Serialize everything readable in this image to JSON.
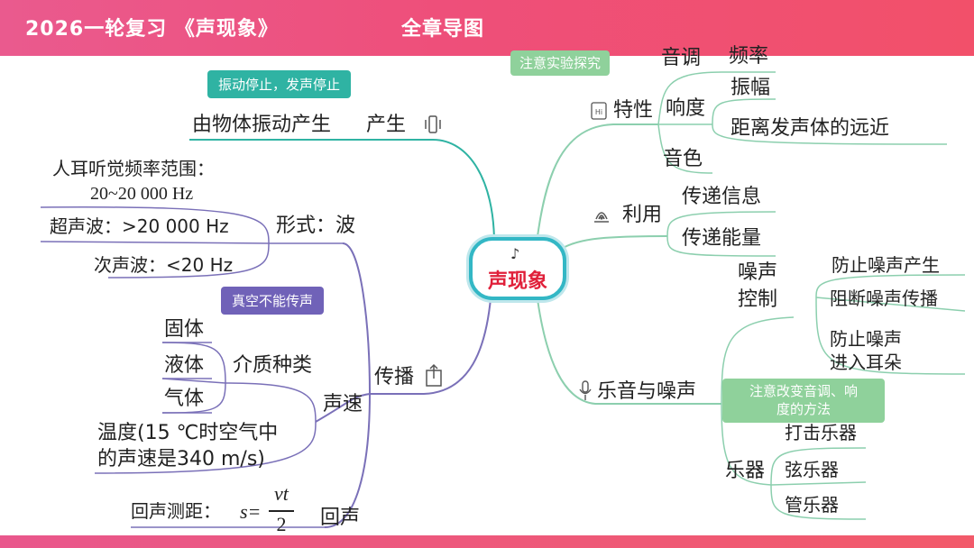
{
  "header": {
    "title": "2026一轮复习 《声现象》",
    "subtitle": "全章导图"
  },
  "center": {
    "label": "声现象",
    "icon": "guitar-icon"
  },
  "produce": {
    "label": "产生",
    "detail": "由物体振动产生",
    "callout": "振动停止，发声停止",
    "icon": "vibrate-icon"
  },
  "propagation": {
    "label": "传播",
    "icon": "upload-icon",
    "callout": "真空不能传声",
    "form": {
      "label": "形式：波",
      "items": [
        "人耳听觉频率范围：",
        "20~20 000 Hz",
        "超声波：>20 000 Hz",
        "次声波：<20 Hz"
      ]
    },
    "speed": {
      "label": "声速",
      "medium_label": "介质种类",
      "media": [
        "固体",
        "液体",
        "气体"
      ],
      "temperature": [
        "温度(15 ℃时空气中",
        "的声速是340 m/s)"
      ]
    },
    "echo": {
      "label": "回声",
      "formula_prefix": "回声测距：",
      "formula_lhs": "s=",
      "numerator": "vt",
      "denominator": "2"
    }
  },
  "properties": {
    "label": "特性",
    "icon": "hi-res-icon",
    "callout": "注意实验探究",
    "pitch": {
      "label": "音调",
      "detail": "频率"
    },
    "loudness": {
      "label": "响度",
      "details": [
        "振幅",
        "距离发声体的远近"
      ]
    },
    "timbre": {
      "label": "音色"
    }
  },
  "use": {
    "label": "利用",
    "icon": "signal-icon",
    "items": [
      "传递信息",
      "传递能量"
    ]
  },
  "music_noise": {
    "label": "乐音与噪声",
    "icon": "mic-icon",
    "callout": "注意改变音调、响度的方法",
    "callout_lines": [
      "注意改变音调、响",
      "度的方法"
    ],
    "noise": {
      "label_lines": [
        "噪声",
        "控制"
      ],
      "items": [
        "防止噪声产生",
        "阻断噪声传播"
      ],
      "ear_lines": [
        "防止噪声",
        "进入耳朵"
      ]
    },
    "instruments": {
      "label": "乐器",
      "items": [
        "打击乐器",
        "弦乐器",
        "管乐器"
      ]
    }
  },
  "colors": {
    "header": "#ee4f7a",
    "teal": "#2fb3a3",
    "green": "#8fd19b",
    "purple": "#7062b8",
    "center_border": "#33b7c5",
    "center_text": "#e0203a"
  }
}
